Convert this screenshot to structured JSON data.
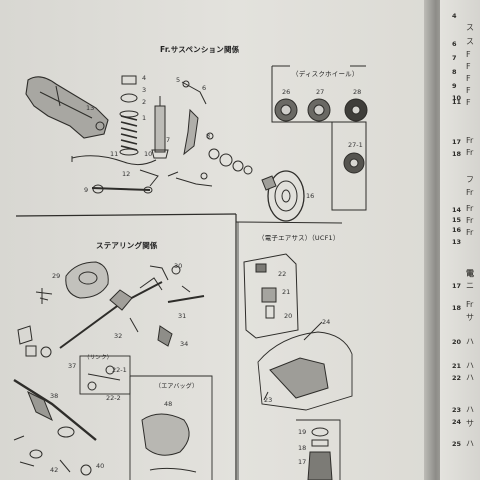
{
  "sections": {
    "front_suspension": "Fr.サスペンション関係",
    "disc_wheel": "（ディスクホイール）",
    "steering": "ステアリング関係",
    "air_suspension": "（電子エアサス）（UCF1）",
    "linkage": "（リンク）",
    "airbag": "（エアバッグ）"
  },
  "right_column": {
    "numbers": [
      "4",
      "6",
      "7",
      "8",
      "9",
      "10",
      "11",
      "17",
      "18",
      "14",
      "15",
      "16",
      "13",
      "17",
      "18",
      "20",
      "21",
      "22",
      "23",
      "24",
      "25"
    ],
    "text": [
      "ス",
      "ス",
      "F",
      "F",
      "F",
      "F",
      "F",
      "Fr",
      "Fr",
      "フ",
      "Fr",
      "Fr",
      "Fr",
      "Fr",
      "電",
      "ニ",
      "Fr",
      "サ",
      "ハ",
      "ハ",
      "ハ",
      "ハ",
      "サ",
      "ハ"
    ]
  }
}
